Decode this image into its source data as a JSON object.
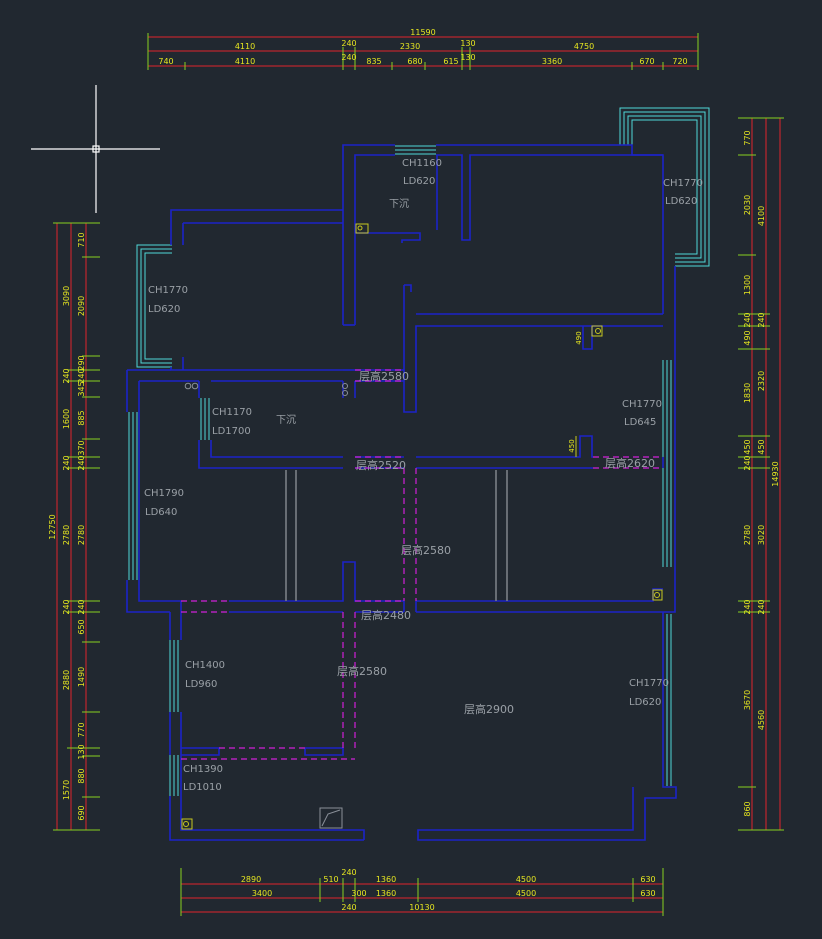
{
  "dimensions": {
    "top_total": "11590",
    "top_row1": [
      "4110",
      "240",
      "2330",
      "130",
      "4750"
    ],
    "top_row2": [
      "740",
      "4110",
      "240",
      "835",
      "680",
      "615",
      "130",
      "3360",
      "670",
      "720"
    ],
    "bottom_row1": [
      "2890",
      "510",
      "240",
      "1360",
      "4500",
      "630"
    ],
    "bottom_row2": [
      "3400",
      "300",
      "1360",
      "4500",
      "630"
    ],
    "bottom_total": [
      "240",
      "10130"
    ],
    "left_total": "12750",
    "left_row1": [
      "3090",
      "240",
      "1600",
      "240",
      "2780",
      "240",
      "2880",
      "1570"
    ],
    "left_row2": [
      "710",
      "2090",
      "290",
      "240",
      "345",
      "885",
      "370",
      "240",
      "2780",
      "240",
      "650",
      "1490",
      "770",
      "130",
      "880",
      "690"
    ],
    "right_total": "14930",
    "right_row1": [
      "770",
      "2030",
      "1300",
      "240",
      "490",
      "1830",
      "450",
      "240",
      "2780",
      "240",
      "3670",
      "860"
    ],
    "right_row2": [
      "4100",
      "240",
      "2320",
      "450",
      "3020",
      "240",
      "4560"
    ]
  },
  "window_labels": {
    "w_top": {
      "ch": "CH1160",
      "ld": "LD620"
    },
    "w_topright": {
      "ch": "CH1770",
      "ld": "LD620"
    },
    "w_left": {
      "ch": "CH1770",
      "ld": "LD620"
    },
    "w_inner": {
      "ch": "CH1170",
      "ld": "LD1700"
    },
    "w_right": {
      "ch": "CH1770",
      "ld": "LD645"
    },
    "w_living": {
      "ch": "CH1790",
      "ld": "LD640"
    },
    "w_bed": {
      "ch": "CH1400",
      "ld": "LD960"
    },
    "w_bath": {
      "ch": "CH1390",
      "ld": "LD1010"
    },
    "w_bottomright": {
      "ch": "CH1770",
      "ld": "LD620"
    }
  },
  "room_labels": {
    "sunken_top": "下沉",
    "sunken_mid": "下沉"
  },
  "ceiling_labels": {
    "c1": "层高2580",
    "c2": "层高2520",
    "c3": "层高2620",
    "c4": "层高2580",
    "c5": "层高2480",
    "c6": "层高2580",
    "c7": "层高2900"
  },
  "small_marks": {
    "m490": "490",
    "m450": "450"
  },
  "colors": {
    "background": "#212830",
    "wall": "#1c23c8",
    "dimension_line": "#e0242c",
    "dimension_text": "#e6e620",
    "window": "#7ad4d4",
    "cyan": "#4fd8d8",
    "beam": "#d020d8",
    "label": "#9aa0a6",
    "crosshair": "#ffffff",
    "fixture": "#c8c820"
  }
}
